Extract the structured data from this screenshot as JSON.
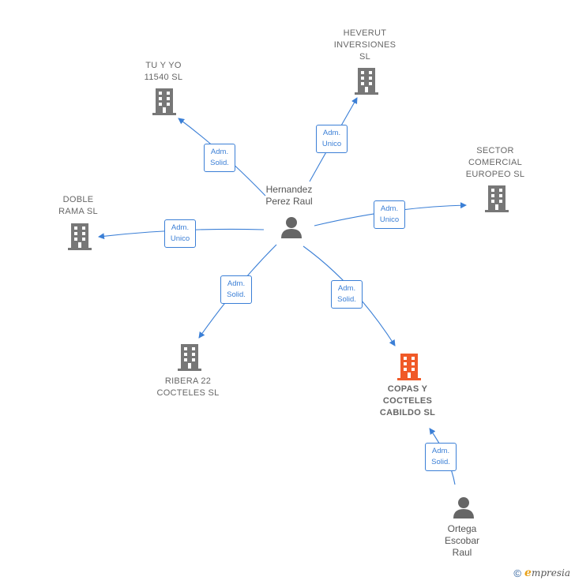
{
  "colors": {
    "edge": "#3b7fd6",
    "company": "#777777",
    "focus_company": "#f05a28",
    "person": "#666666"
  },
  "people": {
    "hernandez": "Hernandez\nPerez Raul",
    "ortega": "Ortega\nEscobar\nRaul"
  },
  "companies": {
    "tu_y_yo": "TU Y YO\n11540  SL",
    "heverut": "HEVERUT\nINVERSIONES\nSL",
    "sector": "SECTOR\nCOMERCIAL\nEUROPEO SL",
    "doble_rama": "DOBLE\nRAMA  SL",
    "ribera": "RIBERA 22\nCOCTELES  SL",
    "copas": "COPAS Y\nCOCTELES\nCABILDO  SL"
  },
  "edges": {
    "tu_y_yo": "Adm.\nSolid.",
    "heverut": "Adm.\nUnico",
    "sector": "Adm.\nUnico",
    "doble_rama": "Adm.\nUnico",
    "ribera": "Adm.\nSolid.",
    "copas": "Adm.\nSolid.",
    "ortega_copas": "Adm.\nSolid."
  },
  "footer": {
    "copyright": "©",
    "brand_initial": "e",
    "brand_rest": "mpresia"
  }
}
